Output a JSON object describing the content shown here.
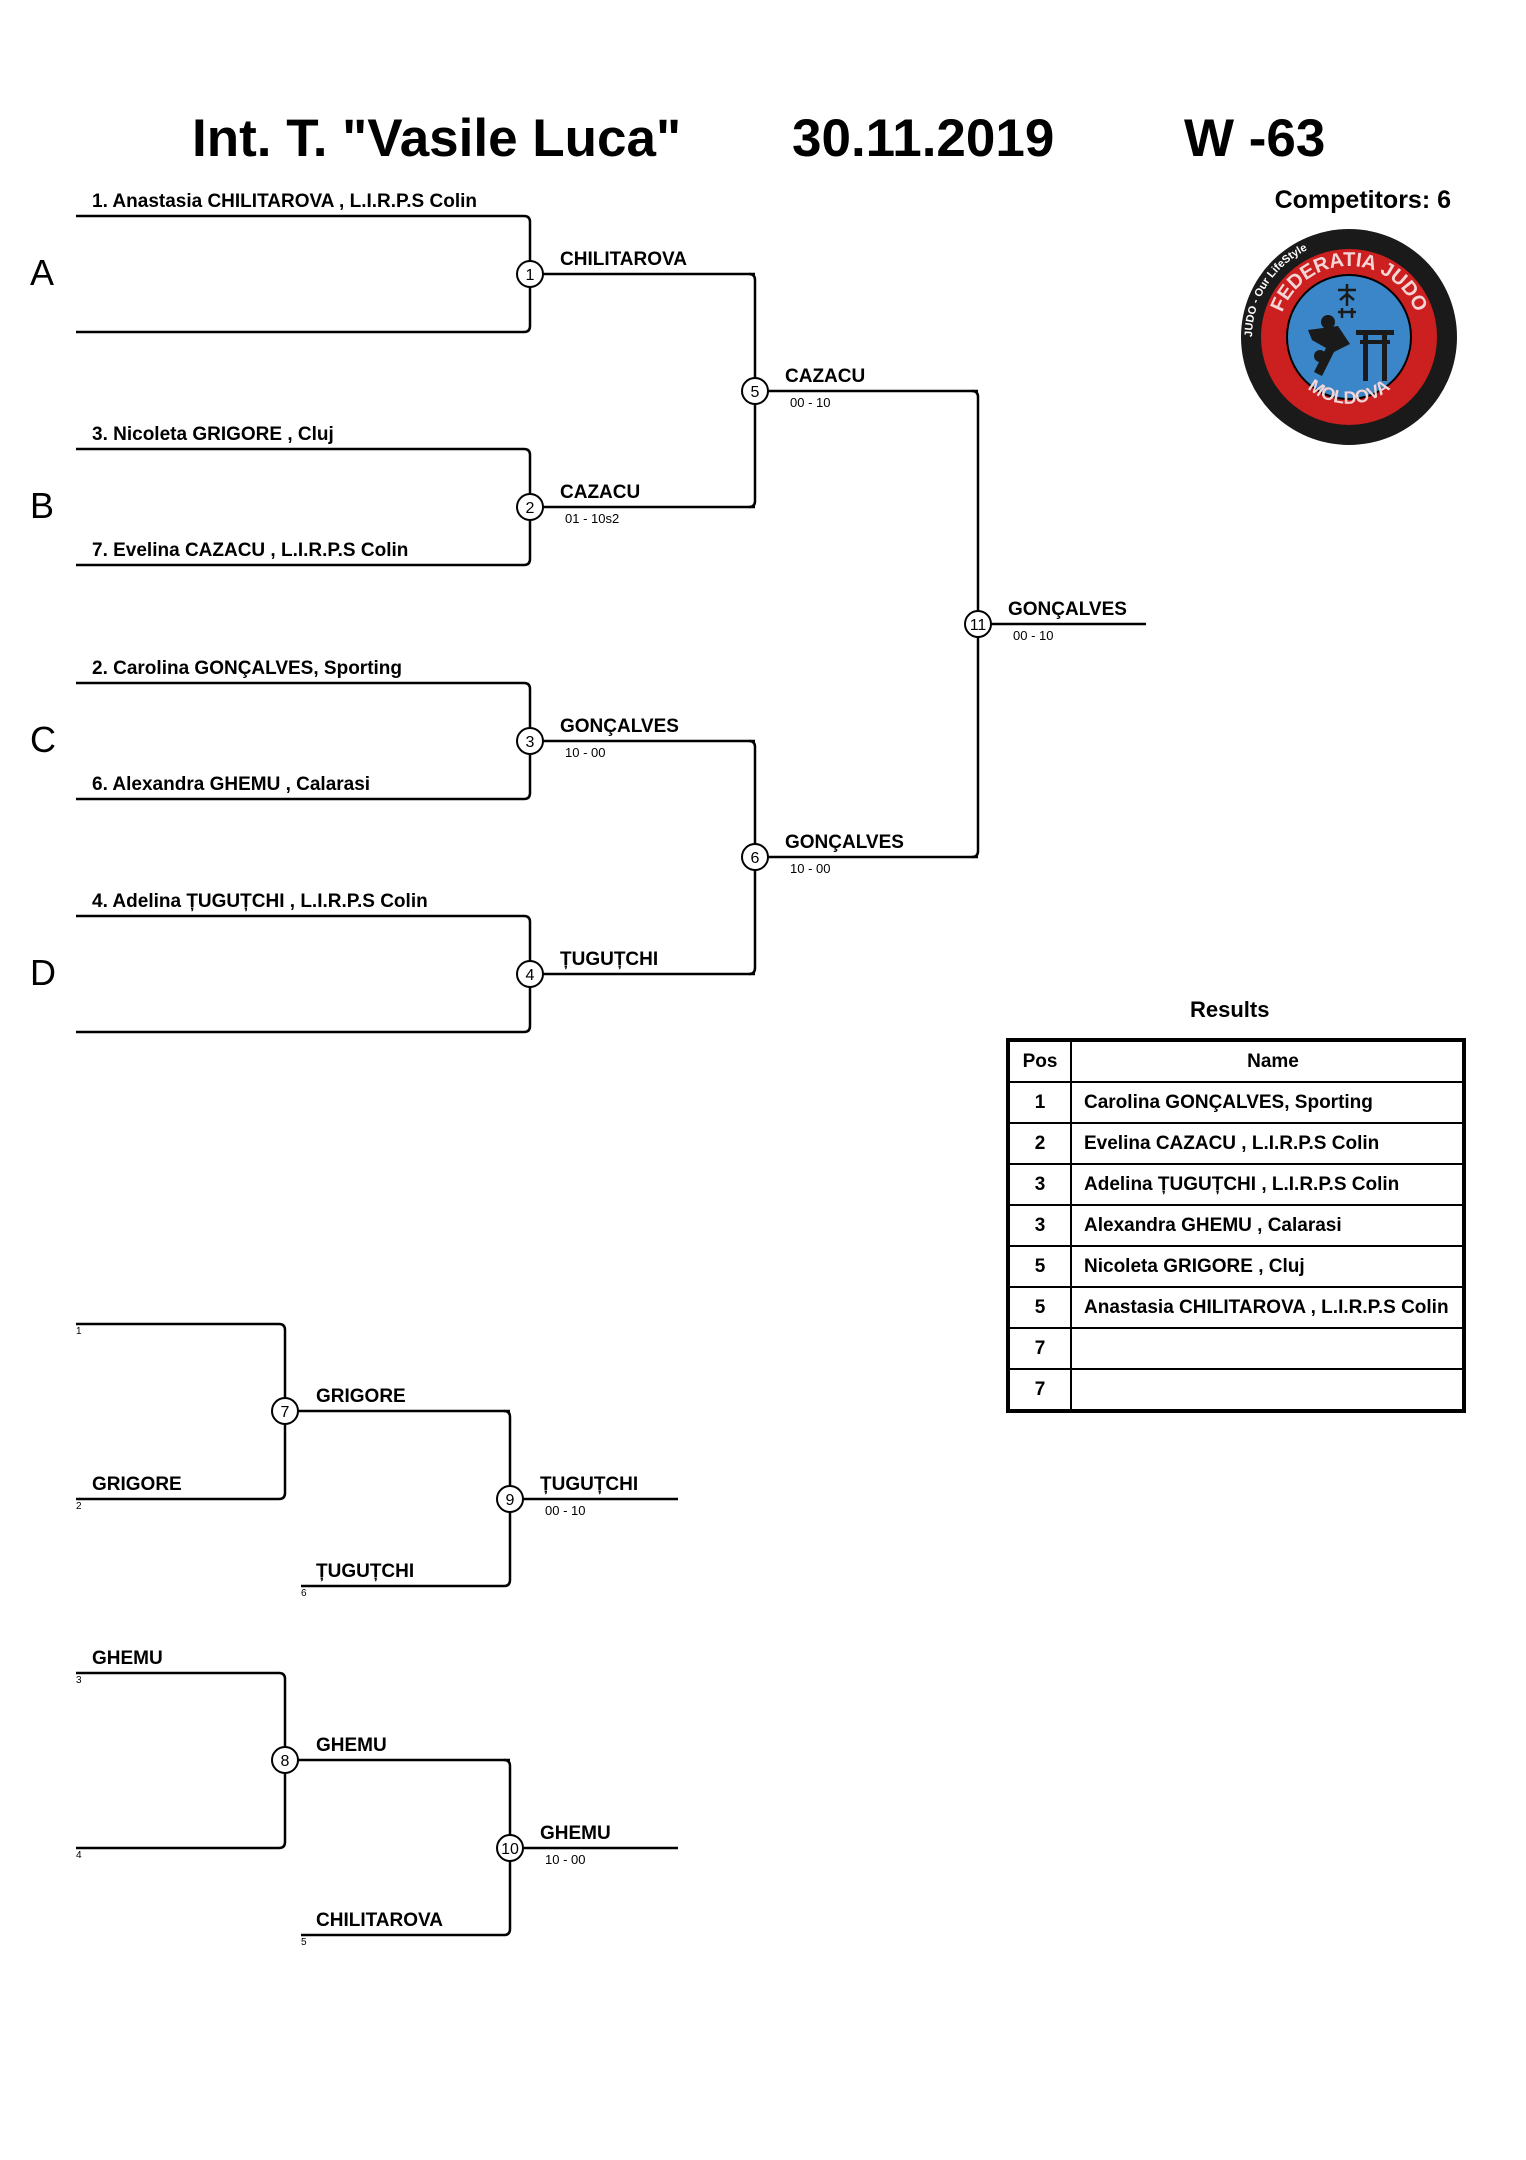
{
  "header": {
    "event": "Int. T. \"Vasile Luca\"",
    "date": "30.11.2019",
    "category": "W -63",
    "competitors": "Competitors: 6"
  },
  "logo": {
    "arc_top": "FEDERATIA JUDO",
    "arc_bottom": "MOLDOVA",
    "ring_text": "JUDO - Our LifeStyle",
    "colors": {
      "outer": "#1a1a1a",
      "ring": "#cc1f1f",
      "center": "#3b86c8"
    }
  },
  "pools": [
    "A",
    "B",
    "C",
    "D"
  ],
  "main_bracket": {
    "entries": [
      "1. Anastasia CHILITAROVA , L.I.R.P.S Colin",
      "3. Nicoleta  GRIGORE , Cluj",
      "7. Evelina CAZACU , L.I.R.P.S Colin",
      "2. Carolina GONÇALVES, Sporting",
      "6. Alexandra GHEMU , Calarasi",
      "4. Adelina ȚUGUȚCHI , L.I.R.P.S Colin"
    ],
    "matches": [
      {
        "no": "1",
        "winner": "CHILITAROVA",
        "score": ""
      },
      {
        "no": "2",
        "winner": "CAZACU",
        "score": "01 - 10s2"
      },
      {
        "no": "3",
        "winner": "GONÇALVES",
        "score": "10 - 00"
      },
      {
        "no": "4",
        "winner": "ȚUGUȚCHI",
        "score": ""
      },
      {
        "no": "5",
        "winner": "CAZACU",
        "score": "00 - 10"
      },
      {
        "no": "6",
        "winner": "GONÇALVES",
        "score": "10 - 00"
      },
      {
        "no": "11",
        "winner": "GONÇALVES",
        "score": "00 - 10"
      }
    ]
  },
  "repechage": {
    "entries": [
      {
        "seed": "1",
        "name": ""
      },
      {
        "seed": "2",
        "name": "GRIGORE"
      },
      {
        "seed": "6",
        "name": "ȚUGUȚCHI"
      },
      {
        "seed": "3",
        "name": "GHEMU"
      },
      {
        "seed": "4",
        "name": ""
      },
      {
        "seed": "5",
        "name": "CHILITAROVA"
      }
    ],
    "matches": [
      {
        "no": "7",
        "winner": "GRIGORE",
        "score": ""
      },
      {
        "no": "9",
        "winner": "ȚUGUȚCHI",
        "score": "00 - 10"
      },
      {
        "no": "8",
        "winner": "GHEMU",
        "score": ""
      },
      {
        "no": "10",
        "winner": "GHEMU",
        "score": "10 - 00"
      }
    ]
  },
  "results": {
    "title": "Results",
    "headers": {
      "pos": "Pos",
      "name": "Name"
    },
    "rows": [
      {
        "pos": "1",
        "name": "Carolina GONÇALVES, Sporting"
      },
      {
        "pos": "2",
        "name": "Evelina CAZACU , L.I.R.P.S Colin"
      },
      {
        "pos": "3",
        "name": "Adelina ȚUGUȚCHI , L.I.R.P.S Colin"
      },
      {
        "pos": "3",
        "name": "Alexandra GHEMU , Calarasi"
      },
      {
        "pos": "5",
        "name": "Nicoleta  GRIGORE , Cluj"
      },
      {
        "pos": "5",
        "name": "Anastasia CHILITAROVA , L.I.R.P.S Colin"
      },
      {
        "pos": "7",
        "name": ""
      },
      {
        "pos": "7",
        "name": ""
      }
    ]
  }
}
